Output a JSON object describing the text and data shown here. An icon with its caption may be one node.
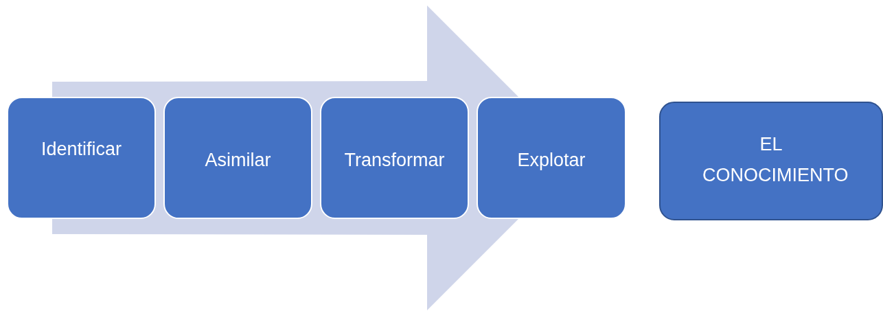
{
  "diagram": {
    "nodes": [
      {
        "text": [
          "Identificar"
        ]
      },
      {
        "text": [
          "Asimilar"
        ]
      },
      {
        "text": [
          "Transformar"
        ]
      },
      {
        "text": [
          "Explotar"
        ]
      },
      {
        "text": [
          "EL CONOCIMIENTO"
        ]
      }
    ],
    "edges": [
      {
        "from": 0,
        "to": 3,
        "arrow": "to"
      }
    ]
  }
}
